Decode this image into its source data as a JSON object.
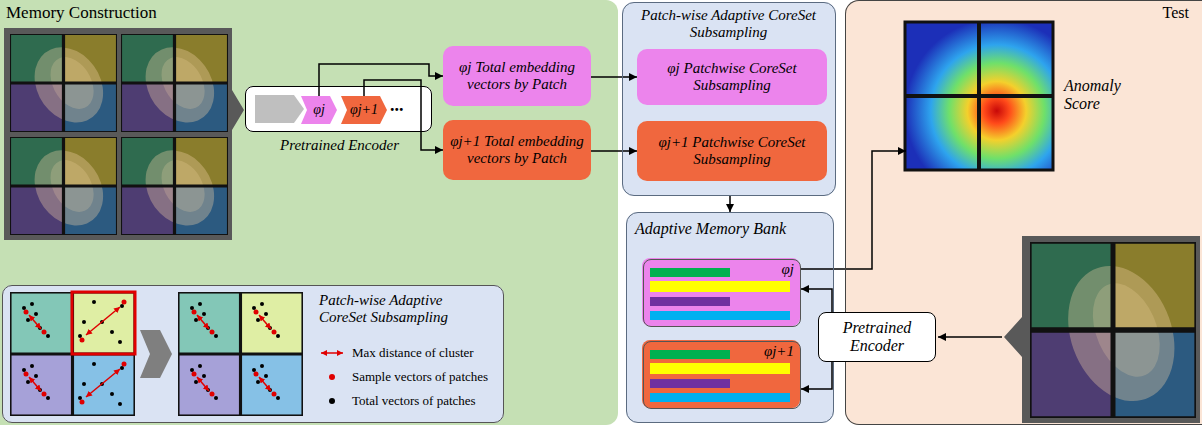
{
  "diagram": {
    "nodes": [
      {
        "text": [
          "Memory Construction"
        ]
      },
      {
        "text": [
          "Pretrained Encoder"
        ],
        "in": 0
      },
      {
        "text": [
          "φj"
        ],
        "in": 1
      },
      {
        "text": [
          "φj+1"
        ],
        "in": 1
      },
      {
        "text": [
          "φj Total embedding vectors by Patch"
        ],
        "in": 0
      },
      {
        "text": [
          "φj+1 Total embedding vectors by Patch"
        ],
        "in": 0
      },
      {
        "text": [
          "Patch-wise Adaptive CoreSet Subsampling"
        ],
        "in": 0
      },
      {
        "text": [
          "Patch-wise Adaptive CoreSet Subsampling"
        ]
      },
      {
        "text": [
          "φj Patchwise CoreSet Subsampling"
        ],
        "in": 7
      },
      {
        "text": [
          "φj+1 Patchwise CoreSet Subsampling"
        ],
        "in": 7
      },
      {
        "text": [
          "Adaptive Memory Bank"
        ]
      },
      {
        "text": [
          "φj"
        ],
        "in": 10
      },
      {
        "text": [
          "φj+1"
        ],
        "in": 10
      },
      {
        "text": [
          "Test"
        ]
      },
      {
        "text": [
          "Anomaly Score"
        ],
        "in": 13
      },
      {
        "text": [
          "Pretrained Encoder"
        ]
      }
    ],
    "edges": [
      {
        "from": 2,
        "to": 4,
        "arrow": "to"
      },
      {
        "from": 3,
        "to": 5,
        "arrow": "to"
      },
      {
        "from": 4,
        "to": 8,
        "arrow": "to"
      },
      {
        "from": 5,
        "to": 9,
        "arrow": "to"
      },
      {
        "from": 7,
        "to": 10,
        "arrow": "to"
      },
      {
        "from": 11,
        "to": 14,
        "arrow": "to"
      },
      {
        "from": 15,
        "to": 11,
        "arrow": "to"
      },
      {
        "from": 15,
        "to": 12,
        "arrow": "to"
      }
    ],
    "labels": [
      "..."
    ],
    "legend": [
      {
        "text": "Max distance of cluster"
      },
      {
        "text": "Sample vectors of patches"
      },
      {
        "text": "Total vectors of patches"
      }
    ]
  }
}
